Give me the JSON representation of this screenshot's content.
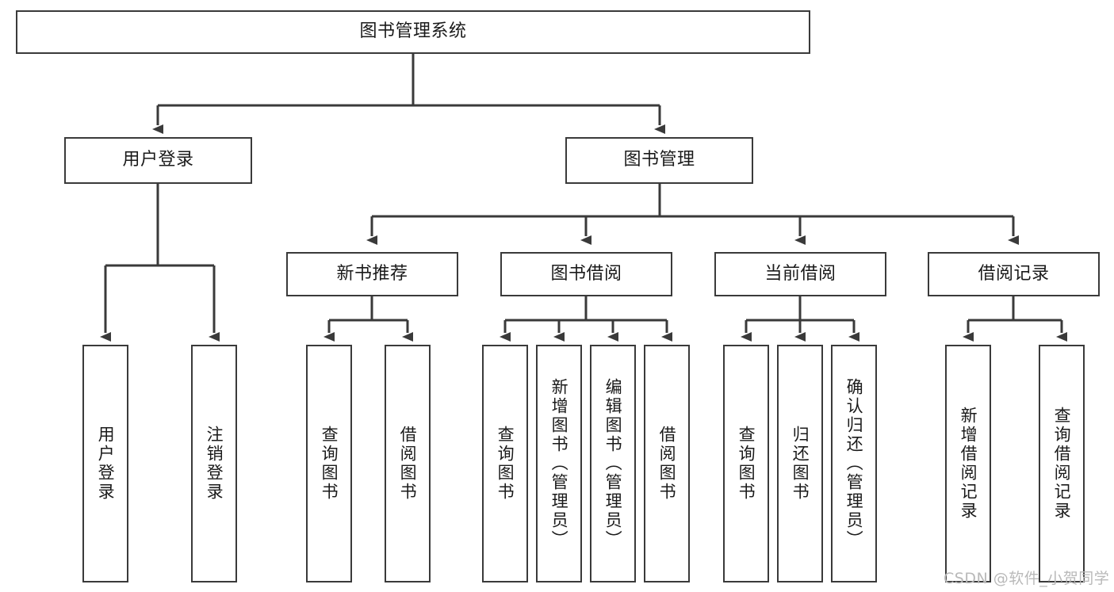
{
  "diagram": {
    "type": "tree",
    "title": "图书管理系统",
    "watermark": "CSDN @软件_小贺同学",
    "style": {
      "background": "#ffffff",
      "box_border": "#3a3a3a",
      "box_fill": "#ffffff",
      "text_color": "#1a1a1a",
      "line_color": "#3a3a3a",
      "watermark_color": "#b9b9b9"
    },
    "nodes": {
      "root": {
        "label": "图书管理系统"
      },
      "level2": [
        {
          "key": "user_login",
          "label": "用户登录"
        },
        {
          "key": "book_manage",
          "label": "图书管理"
        }
      ],
      "level3": [
        {
          "key": "new_book_rec",
          "label": "新书推荐"
        },
        {
          "key": "book_borrow",
          "label": "图书借阅"
        },
        {
          "key": "current_borrow",
          "label": "当前借阅"
        },
        {
          "key": "borrow_record",
          "label": "借阅记录"
        }
      ],
      "leaves": {
        "user_login": [
          {
            "label": "用户登录"
          },
          {
            "label": "注销登录"
          }
        ],
        "new_book_rec": [
          {
            "label": "查询图书"
          },
          {
            "label": "借阅图书"
          }
        ],
        "book_borrow": [
          {
            "label": "查询图书"
          },
          {
            "label": "新增图书（管理员）"
          },
          {
            "label": "编辑图书（管理员）"
          },
          {
            "label": "借阅图书"
          }
        ],
        "current_borrow": [
          {
            "label": "查询图书"
          },
          {
            "label": "归还图书"
          },
          {
            "label": "确认归还（管理员）"
          }
        ],
        "borrow_record": [
          {
            "label": "新增借阅记录"
          },
          {
            "label": "查询借阅记录"
          }
        ]
      }
    }
  }
}
